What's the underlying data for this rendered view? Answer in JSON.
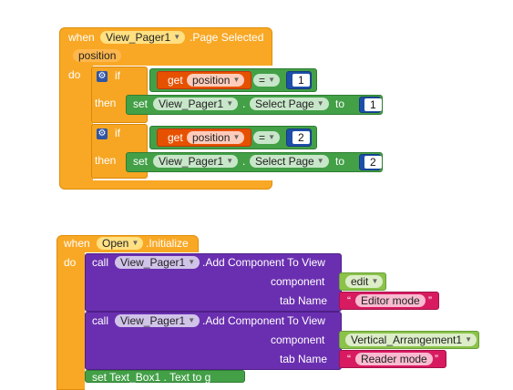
{
  "block1": {
    "when": "when",
    "component": "View_Pager1",
    "event": ".Page Selected",
    "param": "position",
    "do": "do",
    "if1": {
      "if": "if",
      "get": "get",
      "var": "position",
      "op": "=",
      "num": "1",
      "then": "then",
      "set": "set",
      "target": "View_Pager1",
      "dot": ".",
      "prop": "Select Page",
      "to": "to",
      "val": "1"
    },
    "if2": {
      "if": "if",
      "get": "get",
      "var": "position",
      "op": "=",
      "num": "2",
      "then": "then",
      "set": "set",
      "target": "View_Pager1",
      "dot": ".",
      "prop": "Select Page",
      "to": "to",
      "val": "2"
    }
  },
  "block2": {
    "when": "when",
    "component": "Open",
    "event": ".Initialize",
    "do": "do",
    "call1": {
      "call": "call",
      "target": "View_Pager1",
      "method": ".Add Component To View",
      "component_label": "component",
      "component_value": "edit",
      "tab_label": "tab Name",
      "tab_value": "Editor mode"
    },
    "call2": {
      "call": "call",
      "target": "View_Pager1",
      "method": ".Add Component To View",
      "component_label": "component",
      "component_value": "Vertical_Arrangement1",
      "tab_label": "tab Name",
      "tab_value": "Reader mode"
    },
    "cut": "set  Text_Box1 . Text  to  g"
  },
  "colors": {
    "event": "#f9a825",
    "control": "#f6a623",
    "setter": "#43a047",
    "getter": "#e65100",
    "math": "#1e4fa8",
    "call": "#6a2fb0",
    "component": "#8bc34a",
    "text": "#d81b60"
  }
}
